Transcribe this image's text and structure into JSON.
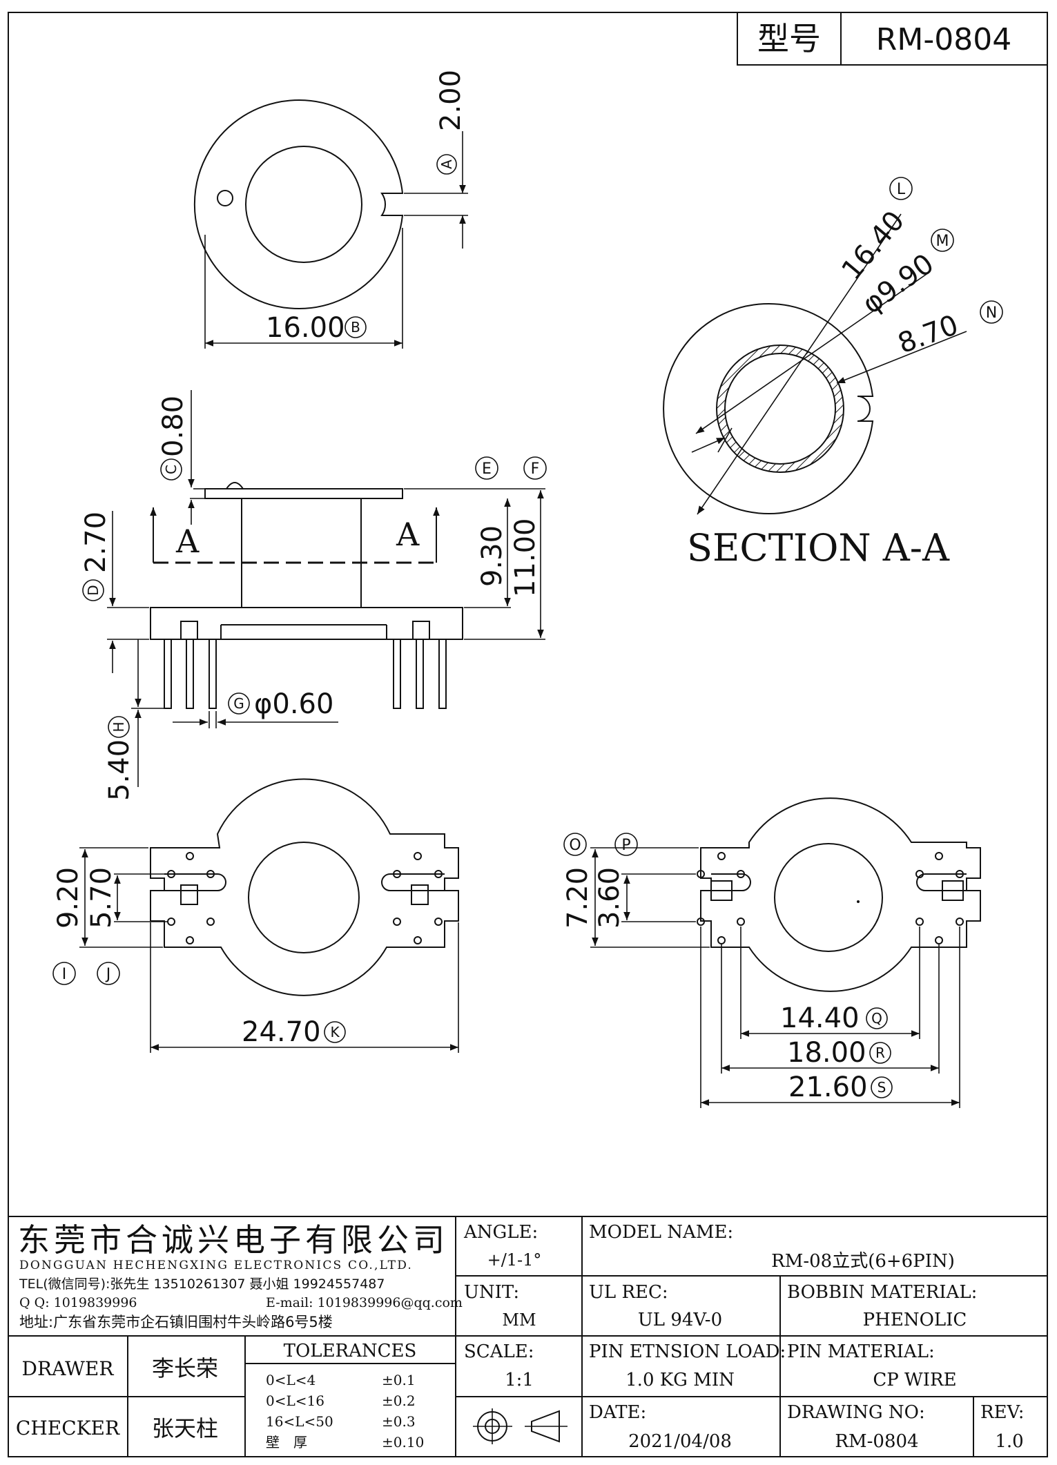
{
  "title_block": {
    "model_label": "型号",
    "model_value": "RM-0804"
  },
  "top_view": {
    "slot_dim": "2.00",
    "slot_letter": "A",
    "width_dim": "16.00",
    "width_letter": "B"
  },
  "section": {
    "title": "SECTION A-A",
    "outer_dim": "16.40",
    "outer_letter": "L",
    "mid_dim": "φ9.90",
    "mid_letter": "M",
    "inner_dim": "8.70",
    "inner_letter": "N"
  },
  "side_view": {
    "flange_dim": "0.80",
    "flange_letter": "C",
    "base_dim": "2.70",
    "base_letter": "D",
    "e_letter": "E",
    "f_letter": "F",
    "dim_930": "9.30",
    "dim_1100": "11.00",
    "section_mark": "A",
    "pin_dia": "φ0.60",
    "pin_letter": "G",
    "pin_len": "5.40",
    "pin_len_letter": "H"
  },
  "bottom_left": {
    "dim_920": "9.20",
    "dim_570": "5.70",
    "i_letter": "I",
    "j_letter": "J",
    "dim_2470": "24.70",
    "k_letter": "K"
  },
  "bottom_right": {
    "o_letter": "O",
    "p_letter": "P",
    "dim_720": "7.20",
    "dim_360": "3.60",
    "dim_1440": "14.40",
    "q_letter": "Q",
    "dim_1800": "18.00",
    "r_letter": "R",
    "dim_2160": "21.60",
    "s_letter": "S"
  },
  "company": {
    "name_cn": "东莞市合诚兴电子有限公司",
    "name_en": "DONGGUAN HECHENGXING ELECTRONICS CO.,LTD.",
    "tel": "TEL(微信同号):张先生 13510261307 聂小姐 19924557487",
    "qq": "Q Q: 1019839996",
    "email": "E-mail: 1019839996@qq.com",
    "address": "地址:广东省东莞市企石镇旧围村牛头岭路6号5楼"
  },
  "people": {
    "drawer_label": "DRAWER",
    "drawer_name": "李长荣",
    "checker_label": "CHECKER",
    "checker_name": "张天柱"
  },
  "tolerances": {
    "title": "TOLERANCES",
    "rows": [
      {
        "range": "0<L<4",
        "value": "±0.1"
      },
      {
        "range": "0<L<16",
        "value": "±0.2"
      },
      {
        "range": "16<L<50",
        "value": "±0.3"
      },
      {
        "range": "壁　厚",
        "value": "±0.10"
      }
    ]
  },
  "fields": {
    "angle_label": "ANGLE:",
    "angle_value": "+/1-1°",
    "unit_label": "UNIT:",
    "unit_value": "MM",
    "scale_label": "SCALE:",
    "scale_value": "1:1",
    "model_name_label": "MODEL NAME:",
    "model_name_value": "RM-08立式(6+6PIN)",
    "ul_label": "UL REC:",
    "ul_value": "UL 94V-0",
    "bobbin_label": "BOBBIN MATERIAL:",
    "bobbin_value": "PHENOLIC",
    "pin_load_label": "PIN ETNSION LOAD:",
    "pin_load_value": "1.0 KG MIN",
    "pin_mat_label": "PIN MATERIAL:",
    "pin_mat_value": "CP WIRE",
    "date_label": "DATE:",
    "date_value": "2021/04/08",
    "drawing_no_label": "DRAWING NO:",
    "drawing_no_value": "RM-0804",
    "rev_label": "REV:",
    "rev_value": "1.0"
  }
}
